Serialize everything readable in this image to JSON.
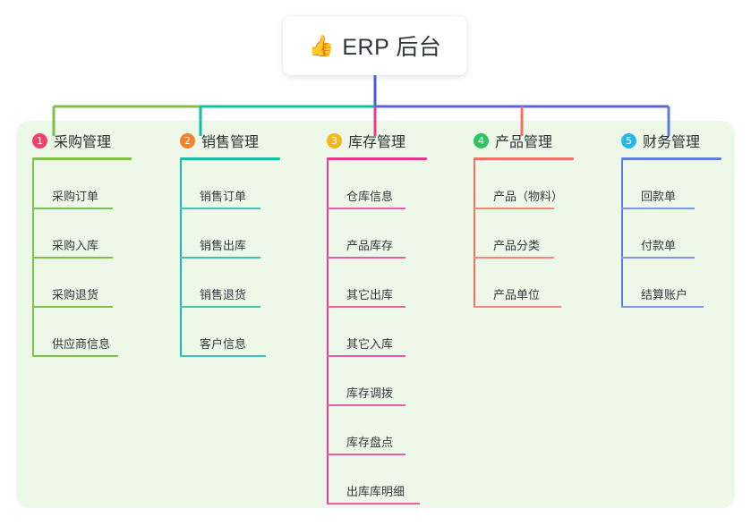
{
  "root": {
    "emoji": "👍",
    "emoji_name": "thumbs-up-icon",
    "title": "ERP 后台"
  },
  "theme": {
    "panel_bg": "#eef8e9",
    "page_bg": "#ffffff",
    "root_stem": "#4c5bd4",
    "text": "#2d3136"
  },
  "columns": [
    {
      "index": "1",
      "title": "采购管理",
      "badge_color": "#f2426b",
      "rule_color": "#7fc04a",
      "line_color": "#7fc04a",
      "stem_color": "#7fc04a",
      "bar_color": "#7fc04a",
      "items": [
        "采购订单",
        "采购入库",
        "采购退货",
        "供应商信息"
      ]
    },
    {
      "index": "2",
      "title": "销售管理",
      "badge_color": "#f5822c",
      "rule_color": "#12bfa5",
      "line_color": "#3fc4b4",
      "stem_color": "#12bfa5",
      "bar_color": "#12bfa5",
      "items": [
        "销售订单",
        "销售出库",
        "销售退货",
        "客户信息"
      ]
    },
    {
      "index": "3",
      "title": "库存管理",
      "badge_color": "#f3b61c",
      "rule_color": "#e8338f",
      "line_color": "#ec5ba3",
      "stem_color": "#ec3d93",
      "bar_color": "#5b63d6",
      "items": [
        "仓库信息",
        "产品库存",
        "其它出库",
        "其它入库",
        "库存调拨",
        "库存盘点",
        "出库库明细"
      ]
    },
    {
      "index": "4",
      "title": "产品管理",
      "badge_color": "#2ec45f",
      "rule_color": "#f4705f",
      "line_color": "#f48679",
      "stem_color": "#f4705f",
      "bar_color": "#5b63d6",
      "items": [
        "产品（物料）",
        "产品分类",
        "产品单位"
      ]
    },
    {
      "index": "5",
      "title": "财务管理",
      "badge_color": "#26b9e8",
      "rule_color": "#5b7ede",
      "line_color": "#7e97e4",
      "stem_color": "#5b7ede",
      "bar_color": "#5b63d6",
      "items": [
        "回款单",
        "付款单",
        "结算账户"
      ]
    }
  ]
}
